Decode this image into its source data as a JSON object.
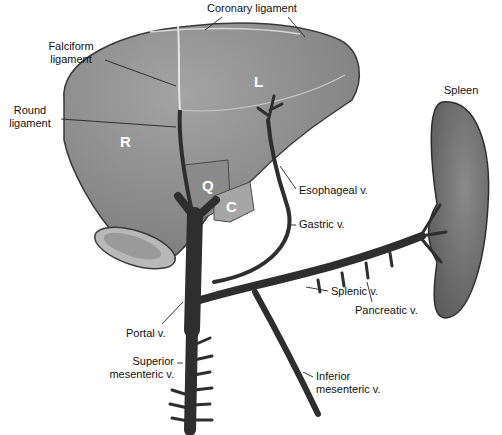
{
  "diagram": {
    "labels": [
      "Coronary ligament",
      "Falciform ligament",
      "Round ligament",
      "R",
      "L",
      "Q",
      "C",
      "Esophageal v.",
      "Gastric v.",
      "Spleen",
      "Splenic v.",
      "Pancreatic v.",
      "Portal v.",
      "Superior mesenteric v.",
      "Inferior mesenteric v."
    ]
  }
}
